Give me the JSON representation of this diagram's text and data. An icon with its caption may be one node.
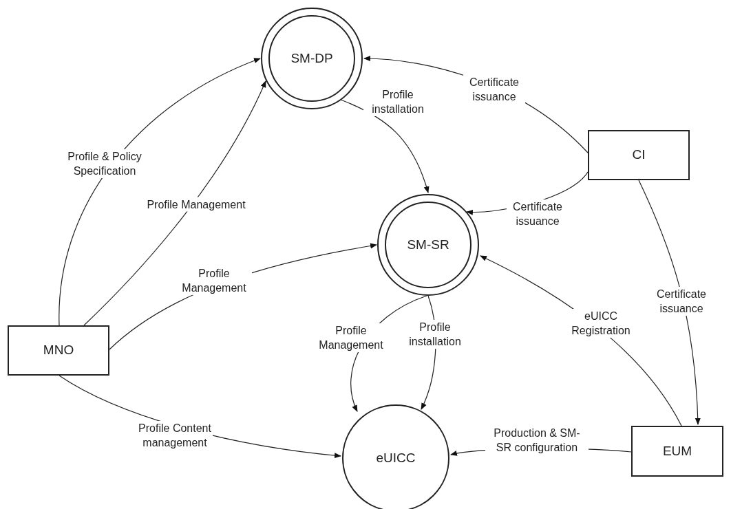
{
  "diagram": {
    "nodes": [
      {
        "text": [
          "SM-DP"
        ]
      },
      {
        "text": [
          "CI"
        ]
      },
      {
        "text": [
          "SM-SR"
        ]
      },
      {
        "text": [
          "MNO"
        ]
      },
      {
        "text": [
          "EUM"
        ]
      },
      {
        "text": [
          "eUICC"
        ]
      }
    ],
    "edges": [
      {
        "from": 3,
        "to": 0,
        "arrow": "to",
        "label": "Profile & Policy Specification"
      },
      {
        "from": 3,
        "to": 0,
        "arrow": "to",
        "label": "Profile Management"
      },
      {
        "from": 0,
        "to": 2,
        "arrow": "to",
        "label": "Profile installation"
      },
      {
        "from": 1,
        "to": 0,
        "arrow": "to",
        "label": "Certificate issuance"
      },
      {
        "from": 1,
        "to": 2,
        "arrow": "to",
        "label": "Certificate issuance"
      },
      {
        "from": 3,
        "to": 2,
        "arrow": "to",
        "label": "Profile Management"
      },
      {
        "from": 1,
        "to": 4,
        "arrow": "to",
        "label": "Certificate issuance"
      },
      {
        "from": 4,
        "to": 2,
        "arrow": "to",
        "label": "eUICC Registration"
      },
      {
        "from": 2,
        "to": 5,
        "arrow": "to",
        "label": "Profile Management"
      },
      {
        "from": 2,
        "to": 5,
        "arrow": "to",
        "label": "Profile installation"
      },
      {
        "from": 3,
        "to": 5,
        "arrow": "to",
        "label": "Profile Content management"
      },
      {
        "from": 4,
        "to": 5,
        "arrow": "to",
        "label": "Production & SM-SR configuration"
      }
    ]
  }
}
